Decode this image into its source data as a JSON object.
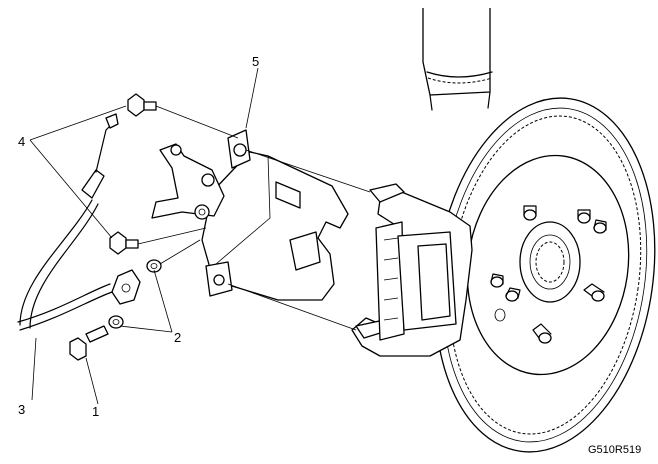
{
  "figure_id": "G510R519",
  "callouts": [
    "1",
    "2",
    "3",
    "4",
    "5"
  ]
}
